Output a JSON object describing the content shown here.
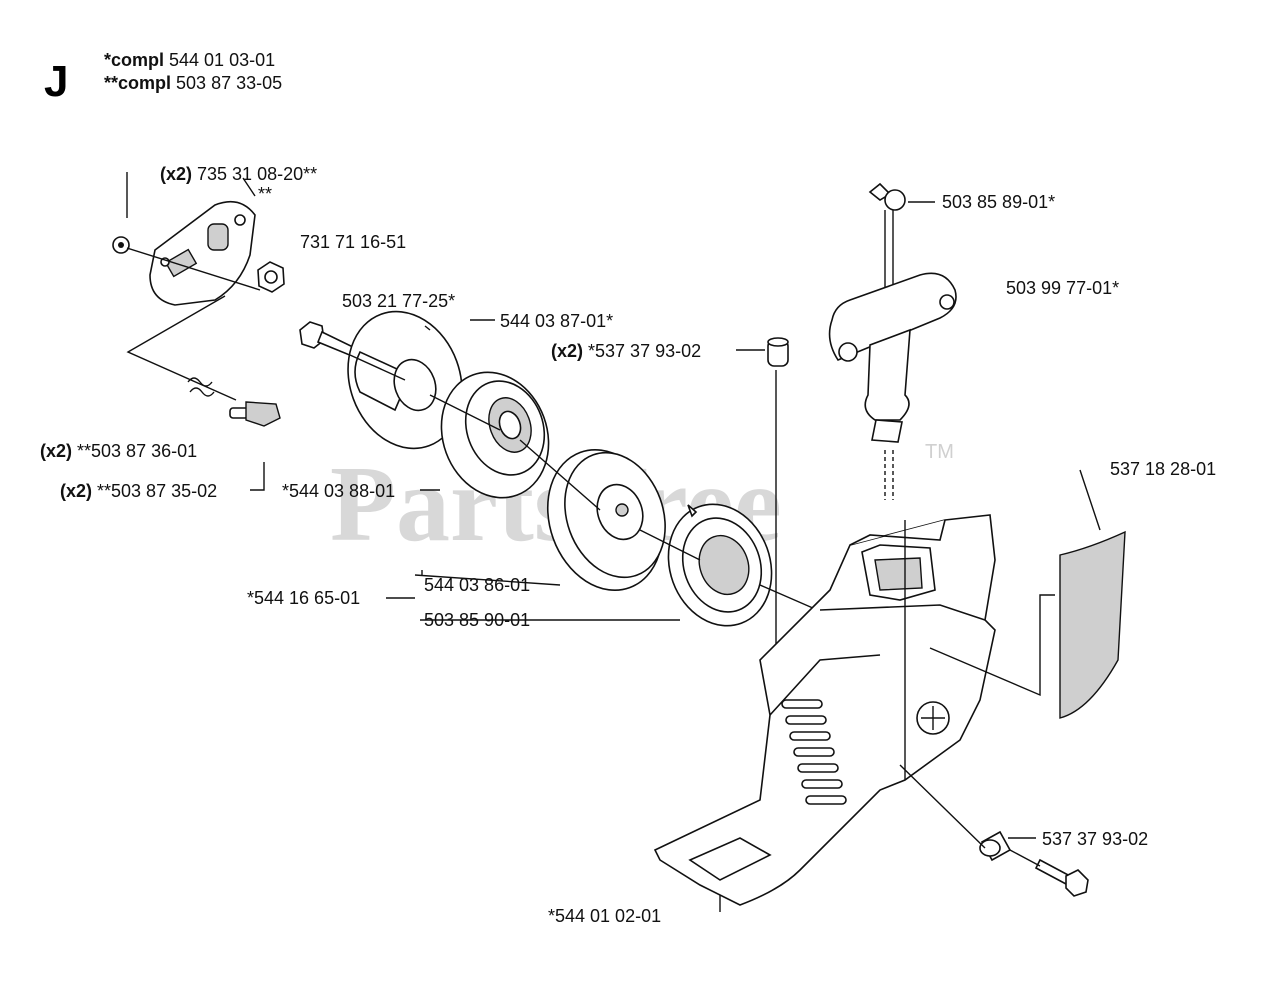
{
  "section_letter": "J",
  "header": {
    "compl1_prefix": "*compl",
    "compl1_number": " 544 01 03-01",
    "compl2_prefix": "**compl",
    "compl2_number": " 503 87 33-05"
  },
  "watermark": {
    "text": "PartsTree",
    "tm": "TM"
  },
  "labels": {
    "p_735_qty": "(x2)",
    "p_735": " 735 31 08-20**",
    "p_star2": "**",
    "p_731": "731 71 16-51",
    "p_503_21": "503 21 77-25*",
    "p_544_0387": "544 03 87-01*",
    "p_537_qty": "(x2)",
    "p_537_3793_a": " *537 37 93-02",
    "p_503_8589": "503 85 89-01*",
    "p_503_9977": "503 99 77-01*",
    "p_503_8736_qty": "(x2)",
    "p_503_8736": " **503 87 36-01",
    "p_503_8735_qty": "(x2)",
    "p_503_8735": " **503 87 35-02",
    "p_544_0388": "*544 03 88-01",
    "p_537_1828": "537 18 28-01",
    "p_544_1665": "*544 16 65-01",
    "p_544_0386": "544 03 86-01",
    "p_503_8590": "503 85 90-01",
    "p_537_3793_b": "537 37 93-02",
    "p_544_0102": "*544 01 02-01"
  }
}
